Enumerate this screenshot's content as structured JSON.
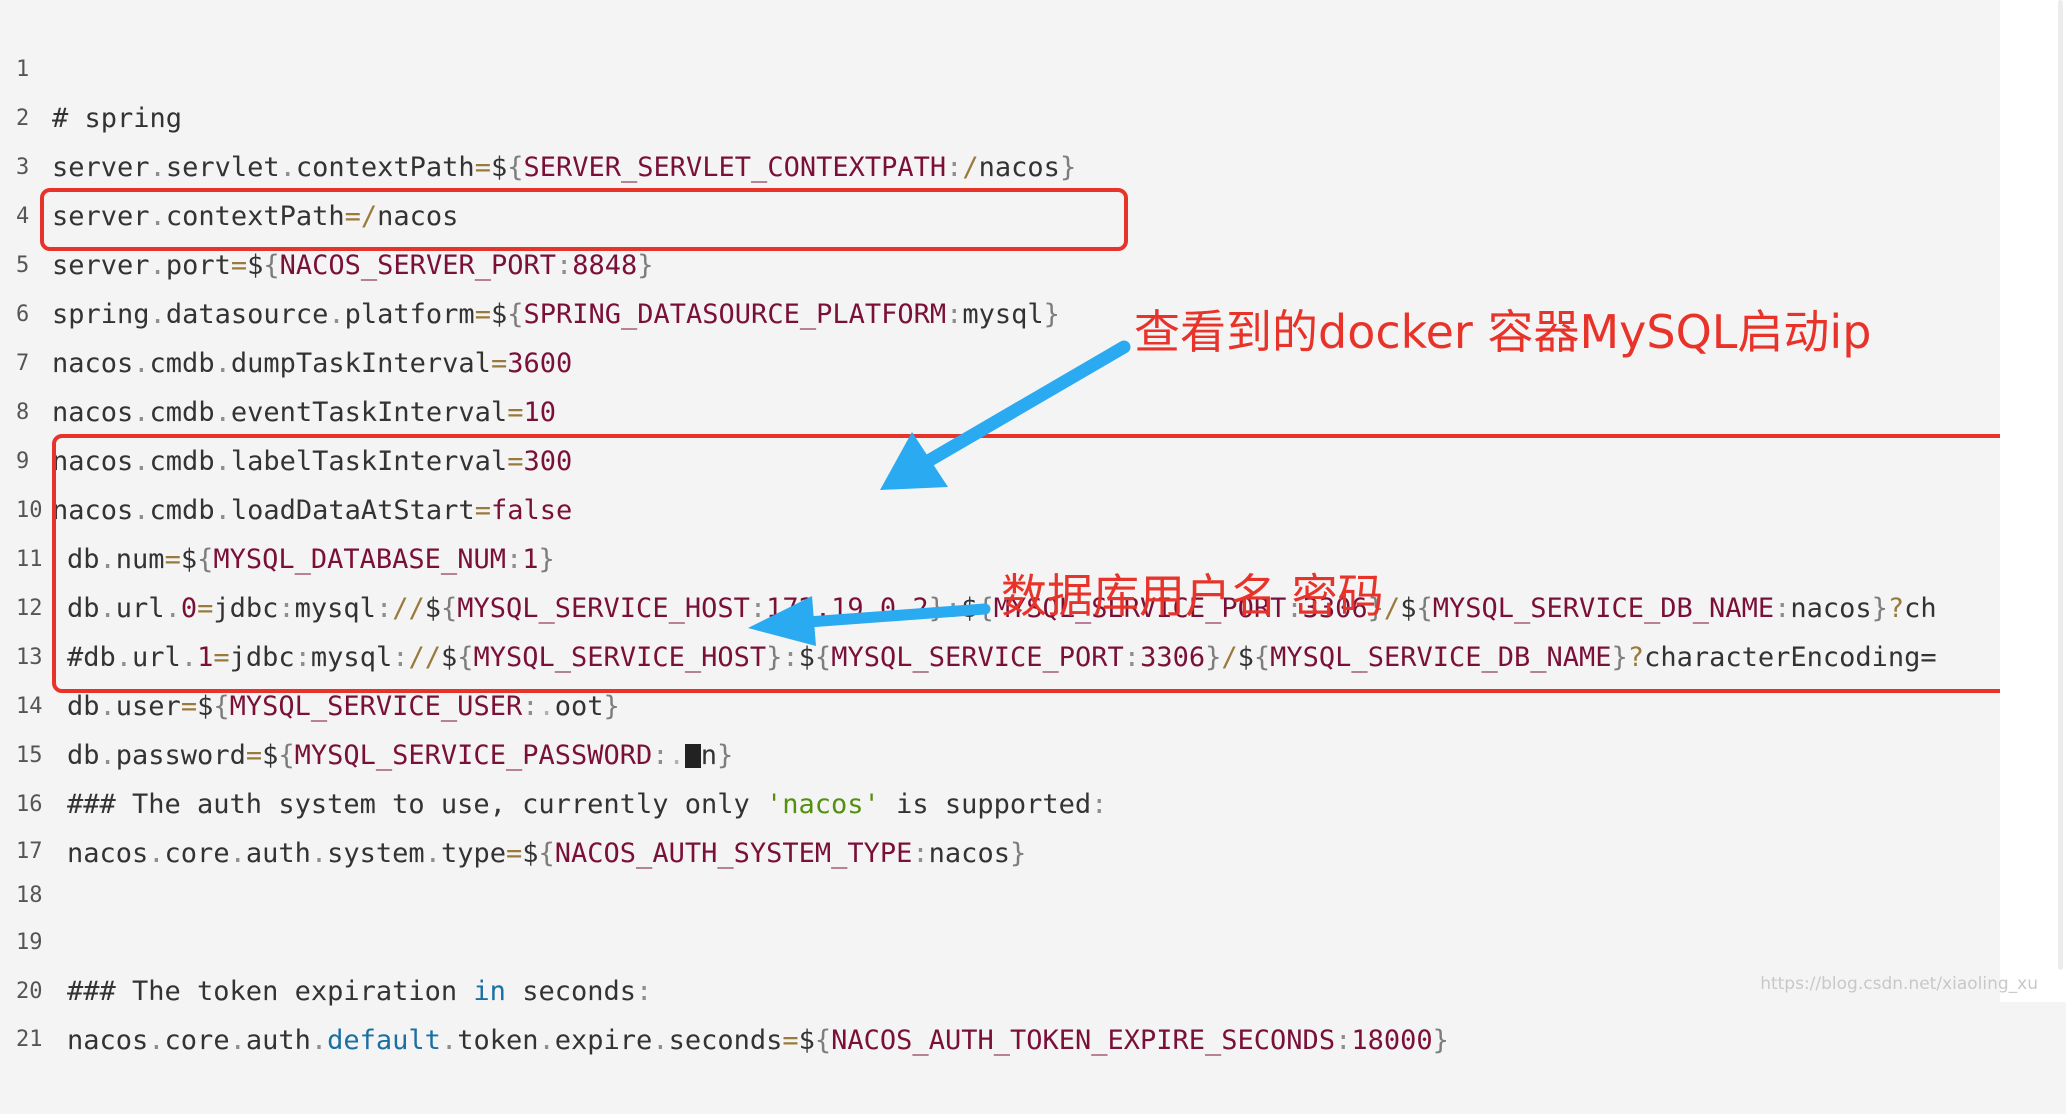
{
  "lines": [
    {
      "n": "1",
      "t": "# spring"
    },
    {
      "n": "2"
    },
    {
      "n": "3"
    },
    {
      "n": "4"
    },
    {
      "n": "5"
    },
    {
      "n": "6"
    },
    {
      "n": "7"
    },
    {
      "n": "8"
    },
    {
      "n": "9"
    },
    {
      "n": "10"
    },
    {
      "n": "11"
    },
    {
      "n": "12"
    },
    {
      "n": "13"
    },
    {
      "n": "14"
    },
    {
      "n": "15"
    },
    {
      "n": "16"
    },
    {
      "n": "17"
    },
    {
      "n": "18"
    },
    {
      "n": "19"
    },
    {
      "n": "20"
    },
    {
      "n": "21"
    }
  ],
  "code": {
    "l2": {
      "a": "server",
      "b": "servlet",
      "c": "contextPath",
      "var": "SERVER_SERVLET_CONTEXTPATH",
      "val": "nacos"
    },
    "l3": {
      "a": "server",
      "b": "contextPath",
      "val": "nacos"
    },
    "l4": {
      "a": "server",
      "b": "port",
      "var": "NACOS_SERVER_PORT",
      "val": "8848"
    },
    "l5": {
      "a": "spring",
      "b": "datasource",
      "c": "platform",
      "var": "SPRING_DATASOURCE_PLATFORM",
      "val": "mysql"
    },
    "l6": {
      "a": "nacos",
      "b": "cmdb",
      "c": "dumpTaskInterval",
      "val": "3600"
    },
    "l7": {
      "a": "nacos",
      "b": "cmdb",
      "c": "eventTaskInterval",
      "val": "10"
    },
    "l8": {
      "a": "nacos",
      "b": "cmdb",
      "c": "labelTaskInterval",
      "val": "300"
    },
    "l9": {
      "a": "nacos",
      "b": "cmdb",
      "c": "loadDataAtStart",
      "val": "false"
    },
    "l10": {
      "a": "db",
      "b": "num",
      "var": "MYSQL_DATABASE_NUM",
      "val": "1"
    },
    "l11": {
      "a": "db",
      "b": "url",
      "c": "0",
      "d": "jdbc",
      "e": "mysql",
      "var1": "MYSQL_SERVICE_HOST",
      "val1": "172.19.0.2",
      "var2": "MYSQL_SERVICE_PORT",
      "val2": "3306",
      "var3": "MYSQL_SERVICE_DB_NAME",
      "val3": "nacos",
      "tail": "ch"
    },
    "l12": {
      "a": "#db",
      "b": "url",
      "c": "1",
      "d": "jdbc",
      "e": "mysql",
      "var1": "MYSQL_SERVICE_HOST",
      "var2": "MYSQL_SERVICE_PORT",
      "val2": "3306",
      "var3": "MYSQL_SERVICE_DB_NAME",
      "tail": "characterEncoding="
    },
    "l13": {
      "a": "db",
      "b": "user",
      "var": "MYSQL_SERVICE_USER",
      "val": "oot"
    },
    "l14": {
      "a": "db",
      "b": "password",
      "var": "MYSQL_SERVICE_PASSWORD",
      "val": "n"
    },
    "l15": {
      "a": "### The auth system to use, currently only",
      "str": "'nacos'",
      "b": "is supported"
    },
    "l16": {
      "a": "nacos",
      "b": "core",
      "c": "auth",
      "d": "system",
      "e": "type",
      "var": "NACOS_AUTH_SYSTEM_TYPE",
      "val": "nacos"
    },
    "l19": {
      "a": "### The token expiration",
      "kw": "in",
      "b": "seconds"
    },
    "l20": {
      "a": "nacos",
      "b": "core",
      "c": "auth",
      "kw": "default",
      "d": "token",
      "e": "expire",
      "f": "seconds",
      "var": "NACOS_AUTH_TOKEN_EXPIRE_SECONDS",
      "val": "18000"
    }
  },
  "annotations": {
    "ip_note": "查看到的docker 容器MySQL启动ip",
    "cred_note": "数据库用户名 密码"
  },
  "watermark": "https://blog.csdn.net/xiaoling_xu",
  "colors": {
    "annotation": "#e8332a",
    "arrow": "#2aaaf0",
    "variable": "#7a1038",
    "string": "#53900f",
    "keyword": "#1a6fa3"
  }
}
